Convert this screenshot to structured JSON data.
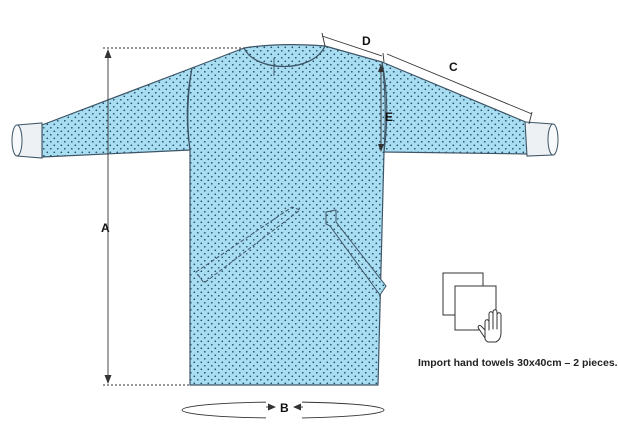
{
  "dimensions": {
    "a": "A",
    "b": "B",
    "c": "C",
    "d": "D",
    "e": "E"
  },
  "caption": "Import hand towels 30x40cm – 2 pieces.",
  "colors": {
    "fabric": "#a9ddf2",
    "dots": "#1e4a66",
    "outline": "#3d5566",
    "cuff": "#eef1f3",
    "dimension_line": "#333333"
  }
}
